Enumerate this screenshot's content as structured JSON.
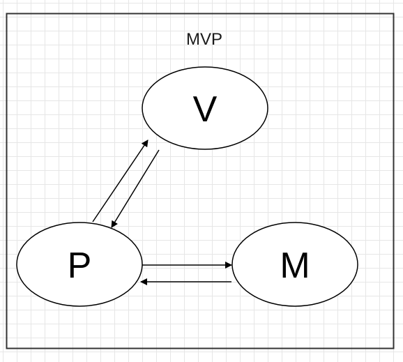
{
  "diagram": {
    "title": "MVP",
    "nodes": {
      "view": {
        "label": "V"
      },
      "presenter": {
        "label": "P"
      },
      "model": {
        "label": "M"
      }
    },
    "edges": [
      {
        "from": "presenter",
        "to": "view"
      },
      {
        "from": "view",
        "to": "presenter"
      },
      {
        "from": "presenter",
        "to": "model"
      },
      {
        "from": "model",
        "to": "presenter"
      }
    ]
  }
}
